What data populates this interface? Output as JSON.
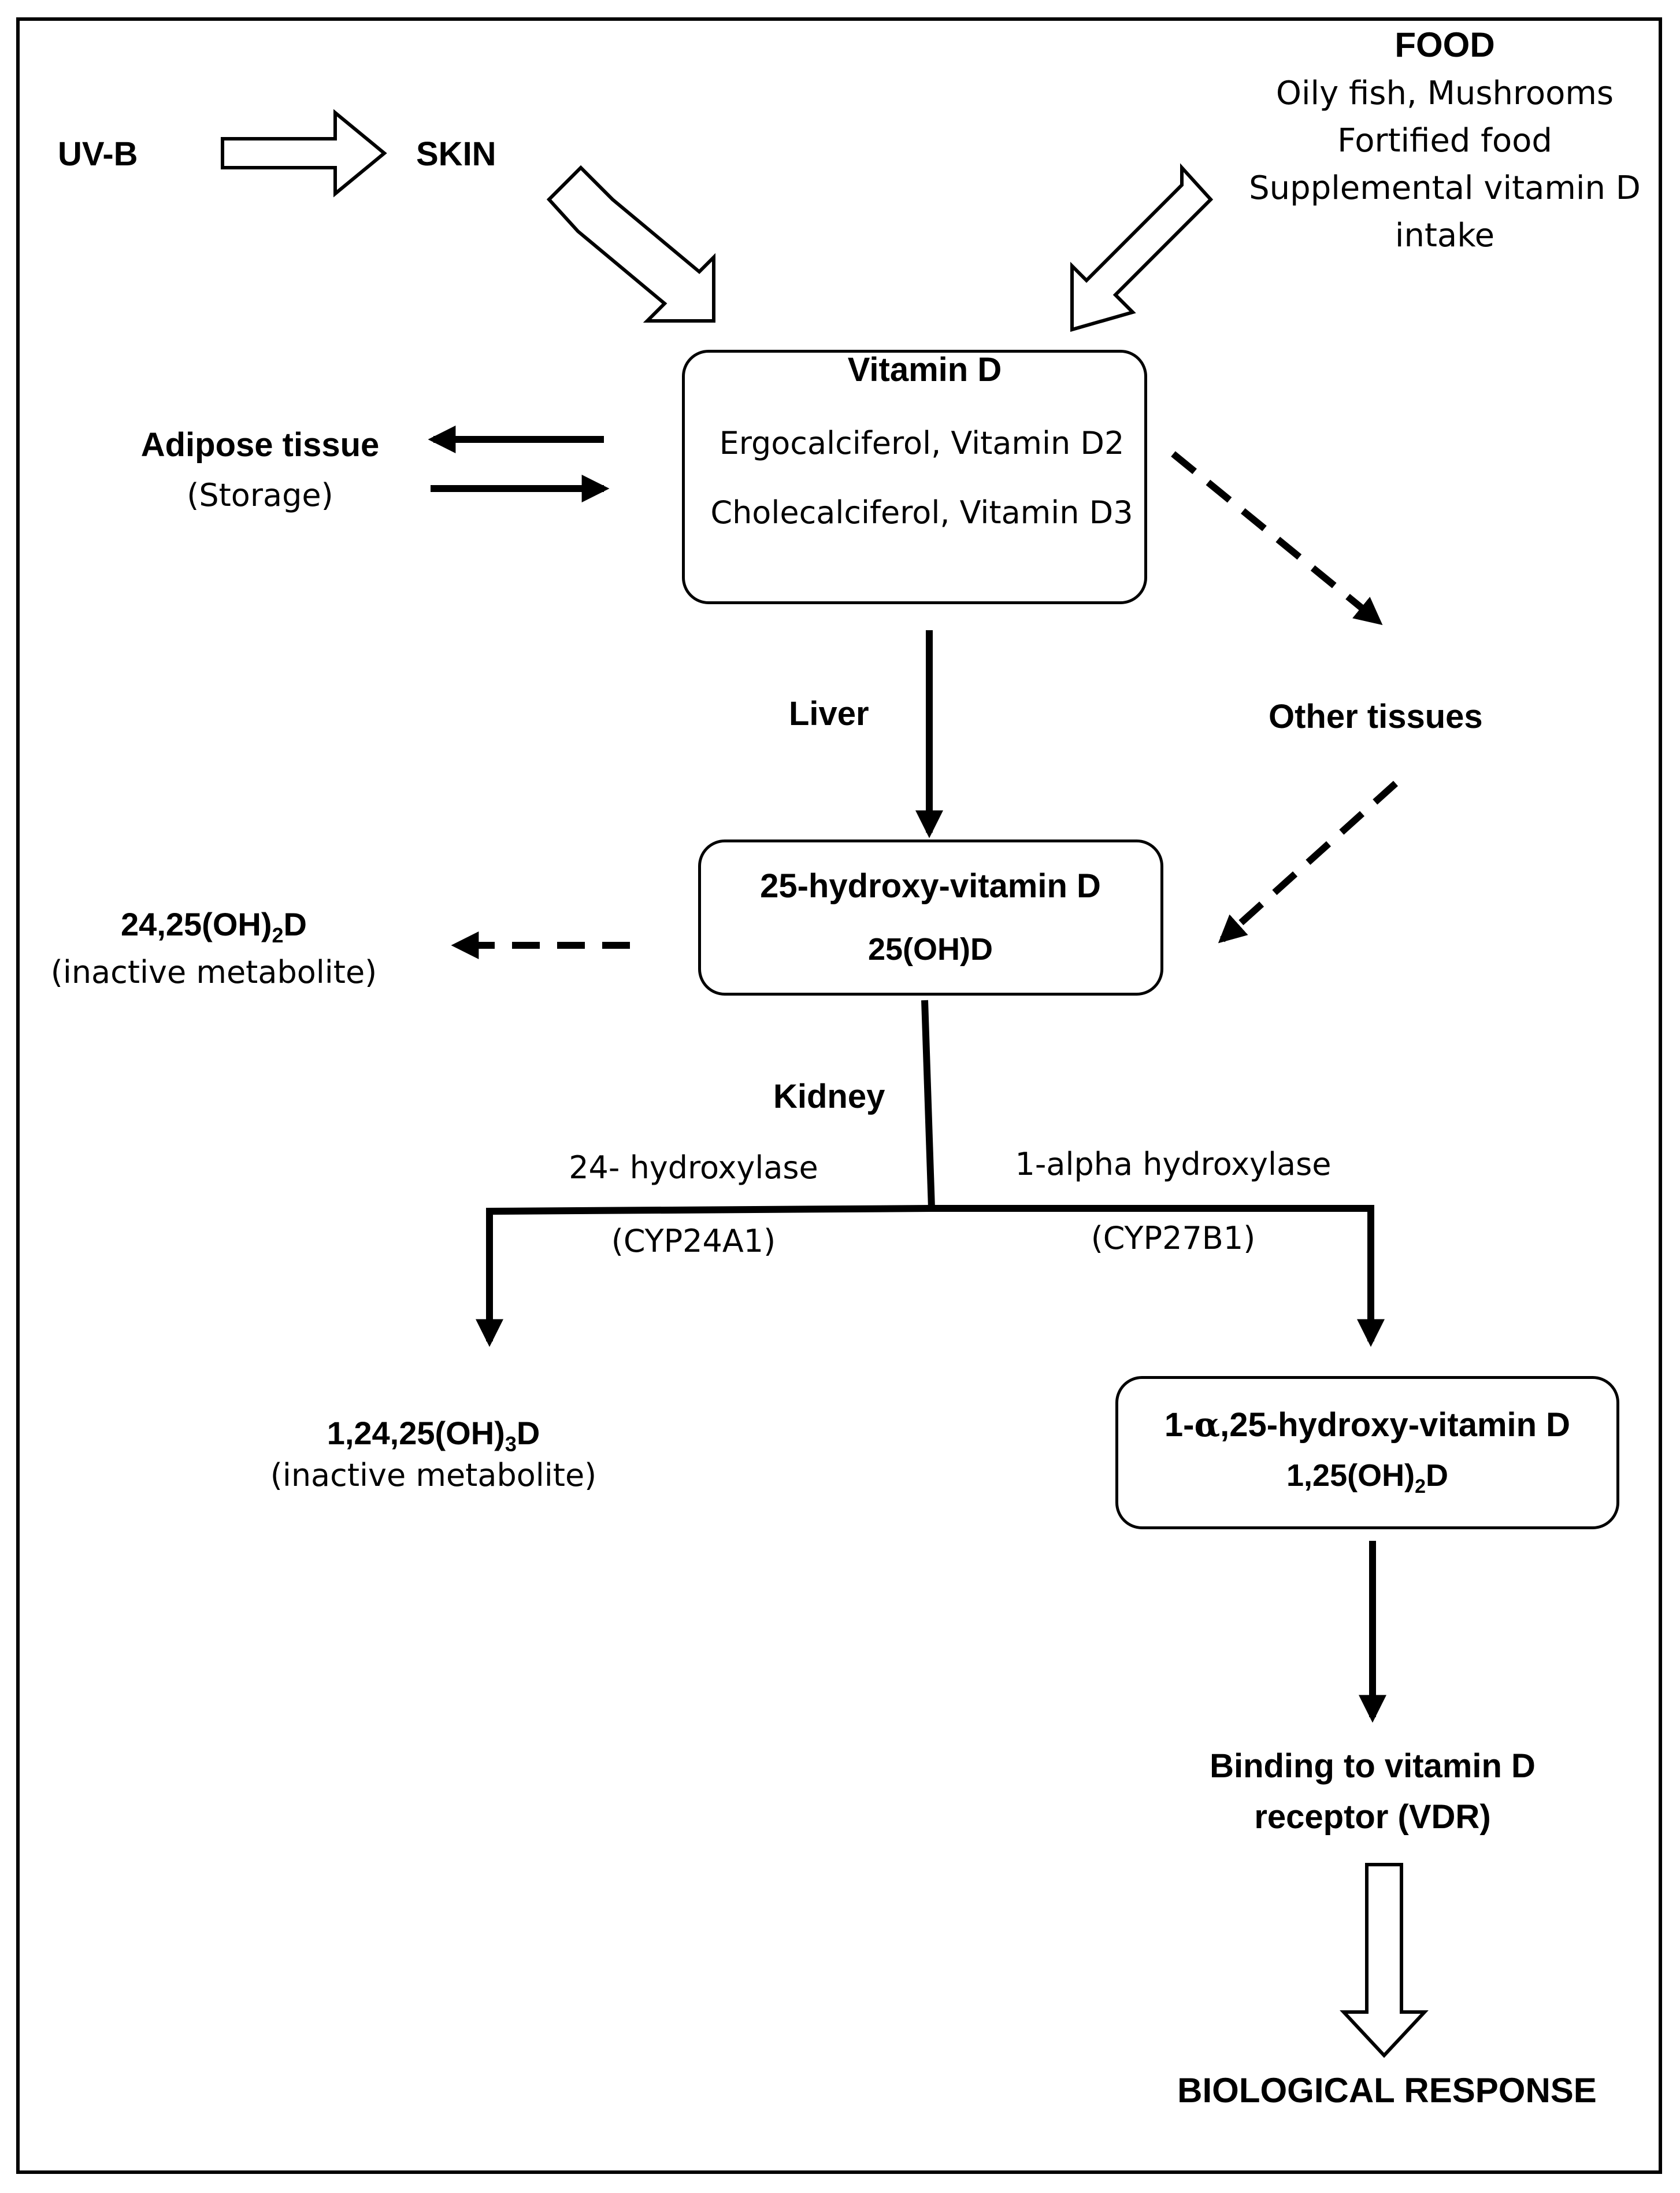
{
  "nodes": {
    "uvb": "UV-B",
    "skin": "SKIN",
    "food": {
      "title": "FOOD",
      "line1": "Oily fish, Mushrooms",
      "line2": "Fortified food",
      "line3": "Supplemental vitamin D",
      "line4": "intake"
    },
    "vitamin_d": {
      "title": "Vitamin D",
      "line1": "Ergocalciferol, Vitamin D2",
      "line2": "Cholecalciferol, Vitamin D3"
    },
    "adipose": {
      "title": "Adipose tissue",
      "subtitle": "(Storage)"
    },
    "liver": "Liver",
    "other_tissues": "Other tissues",
    "hydroxy25": {
      "title": "25-hydroxy-vitamin D",
      "subtitle": "25(OH)D"
    },
    "m2425": {
      "title_main": "24,25(OH)",
      "title_sub": "2",
      "title_end": "D",
      "subtitle": "(inactive metabolite)"
    },
    "kidney": "Kidney",
    "enzyme_left": {
      "name": "24- hydroxylase",
      "code": "(CYP24A1)"
    },
    "enzyme_right": {
      "name": "1-alpha hydroxylase",
      "code": "(CYP27B1)"
    },
    "m12425": {
      "title_main": "1,24,25(OH)",
      "title_sub": "3",
      "title_end": "D",
      "subtitle": "(inactive metabolite)"
    },
    "active": {
      "title_pre": "1-",
      "title_alpha": "α",
      "title_post": ",25-hydroxy-vitamin D",
      "sub_main": "1,25(OH)",
      "sub_sub": "2",
      "sub_end": "D"
    },
    "vdr": {
      "line1": "Binding to vitamin D",
      "line2": "receptor (VDR)"
    },
    "response": "BIOLOGICAL RESPONSE"
  },
  "arrow_styles": {
    "solid": "#000000",
    "dashed": "#000000",
    "hollow_fill": "#ffffff"
  }
}
